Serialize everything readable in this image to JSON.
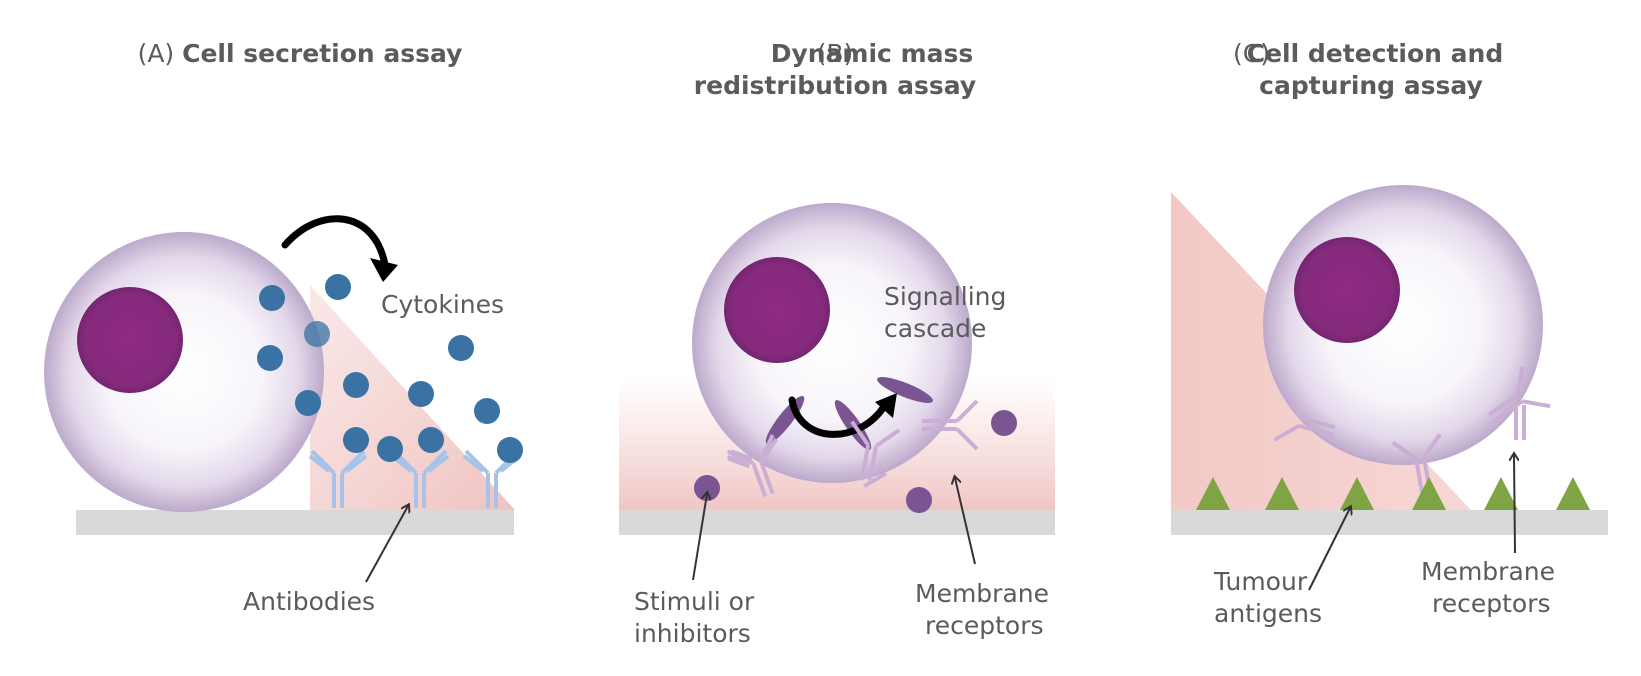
{
  "panels": [
    {
      "letter": "(A)",
      "title_lines": [
        "Cell secretion assay"
      ],
      "labels": {
        "cytokines": "Cytokines",
        "antibodies": "Antibodies"
      }
    },
    {
      "letter": "(B)",
      "title_lines": [
        "Dynamic mass",
        "redistribution assay"
      ],
      "labels": {
        "signalling": [
          "Signalling",
          "cascade"
        ],
        "stimuli": [
          "Stimuli or",
          "inhibitors"
        ],
        "membrane": [
          "Membrane",
          "receptors"
        ]
      }
    },
    {
      "letter": "(C)",
      "title_lines": [
        "Cell detection and",
        "capturing assay"
      ],
      "labels": {
        "tumour": [
          "Tumour",
          "antigens"
        ],
        "membrane": [
          "Membrane",
          "receptors"
        ]
      }
    }
  ],
  "colors": {
    "nucleus": "#8a2a7e",
    "cytokine": "#3a72a3",
    "antibody": "#a7c3e8",
    "receptor": "#cbaed3",
    "stimulus": "#7a5592",
    "antigen": "#7ea443",
    "surface": "#d9d9d9",
    "gradient": "#efc3c1"
  }
}
